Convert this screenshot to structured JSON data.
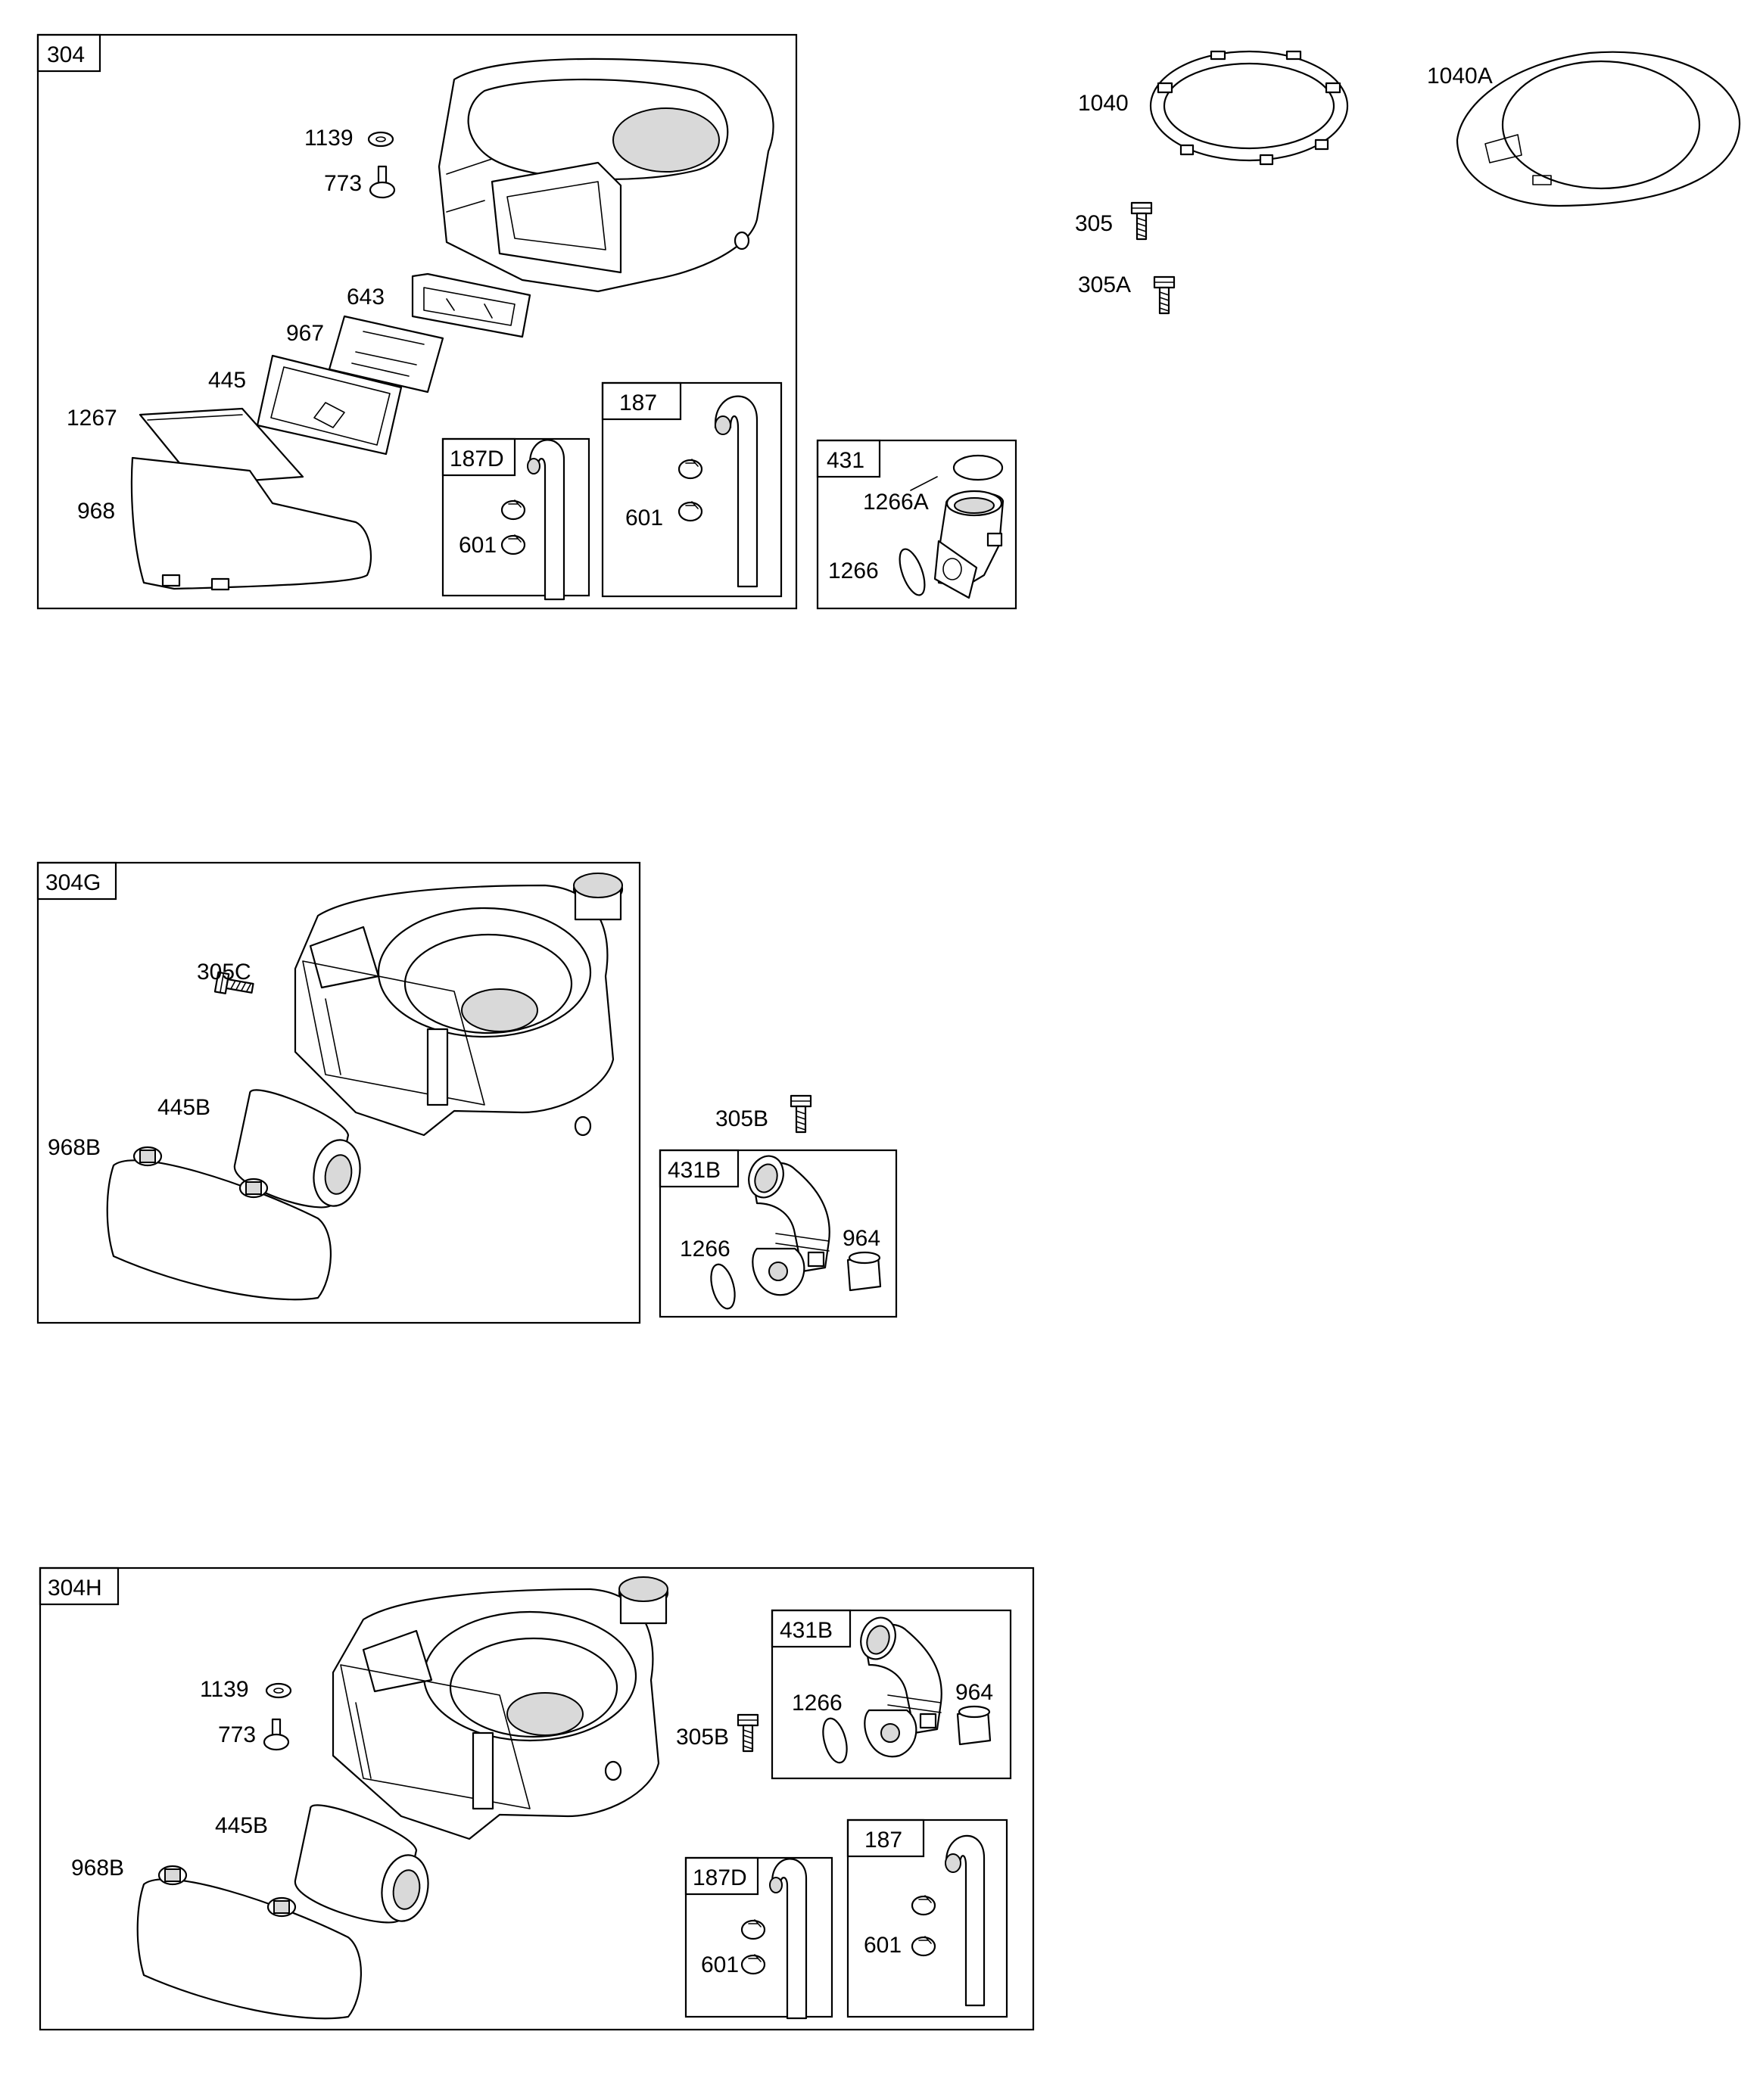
{
  "groups": [
    {
      "id": "304",
      "tag": "304",
      "labels": [
        "1139",
        "773",
        "643",
        "967",
        "445",
        "1267",
        "968"
      ]
    },
    {
      "id": "187D",
      "tag": "187D",
      "labels": [
        "601"
      ]
    },
    {
      "id": "187",
      "tag": "187",
      "labels": [
        "601"
      ]
    },
    {
      "id": "431",
      "tag": "431",
      "labels": [
        "1266A",
        "1266"
      ]
    },
    {
      "id": "304G",
      "tag": "304G",
      "labels": [
        "305C",
        "445B",
        "968B"
      ]
    },
    {
      "id": "431B",
      "tag": "431B",
      "labels": [
        "1266",
        "964"
      ]
    },
    {
      "id": "304H",
      "tag": "304H",
      "labels": [
        "1139",
        "773",
        "445B",
        "968B",
        "305B"
      ]
    },
    {
      "id": "431B-h",
      "tag": "431B",
      "labels": [
        "1266",
        "964"
      ]
    },
    {
      "id": "187D-h",
      "tag": "187D",
      "labels": [
        "601"
      ]
    },
    {
      "id": "187-h",
      "tag": "187",
      "labels": [
        "601"
      ]
    }
  ],
  "loose_parts": [
    "1040",
    "1040A",
    "305",
    "305A",
    "305B"
  ]
}
